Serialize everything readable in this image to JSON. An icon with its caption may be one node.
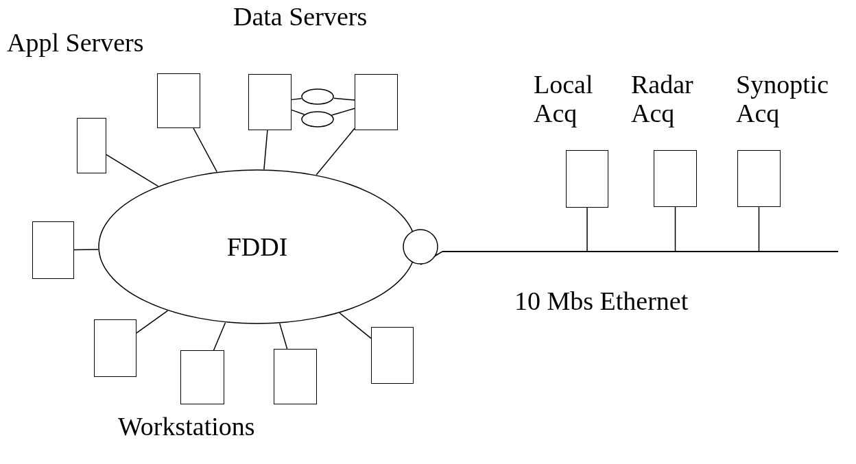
{
  "diagram": {
    "nodes": [
      {
        "text": [
          "FDDI"
        ]
      },
      {
        "text": [],
        "shape": "box"
      },
      {
        "text": [],
        "shape": "box"
      },
      {
        "text": [],
        "shape": "box"
      },
      {
        "text": [],
        "shape": "ellipse"
      },
      {
        "text": [],
        "shape": "ellipse"
      },
      {
        "text": [],
        "shape": "box"
      },
      {
        "text": [],
        "shape": "box"
      },
      {
        "text": [],
        "shape": "circle"
      },
      {
        "text": [],
        "shape": "bar",
        "beside": [
          "10 Mbs Ethernet"
        ]
      },
      {
        "text": [],
        "shape": "box",
        "beside": [
          "Local Acq"
        ]
      },
      {
        "text": [],
        "shape": "box",
        "beside": [
          "Radar Acq"
        ]
      },
      {
        "text": [],
        "shape": "box",
        "beside": [
          "Synoptic Acq"
        ]
      },
      {
        "text": [],
        "shape": "box"
      },
      {
        "text": [],
        "shape": "box"
      },
      {
        "text": [],
        "shape": "box"
      },
      {
        "text": [],
        "shape": "box"
      }
    ],
    "edges": [
      {
        "from": 1,
        "to": 0,
        "arrow": "none"
      },
      {
        "from": 2,
        "to": 0,
        "arrow": "none"
      },
      {
        "from": 3,
        "to": 0,
        "arrow": "none"
      },
      {
        "from": 6,
        "to": 0,
        "arrow": "none"
      },
      {
        "from": 3,
        "to": 4,
        "arrow": "none"
      },
      {
        "from": 4,
        "to": 6,
        "arrow": "none"
      },
      {
        "from": 3,
        "to": 5,
        "arrow": "none"
      },
      {
        "from": 5,
        "to": 6,
        "arrow": "none"
      },
      {
        "from": 7,
        "to": 0,
        "arrow": "none"
      },
      {
        "from": 8,
        "to": 9,
        "arrow": "none"
      },
      {
        "from": 10,
        "to": 9,
        "arrow": "none"
      },
      {
        "from": 11,
        "to": 9,
        "arrow": "none"
      },
      {
        "from": 12,
        "to": 9,
        "arrow": "none"
      },
      {
        "from": 13,
        "to": 0,
        "arrow": "none"
      },
      {
        "from": 14,
        "to": 0,
        "arrow": "none"
      },
      {
        "from": 15,
        "to": 0,
        "arrow": "none"
      },
      {
        "from": 16,
        "to": 0,
        "arrow": "none"
      }
    ],
    "labels": [
      "Data Servers",
      "Appl Servers",
      "Workstations"
    ]
  }
}
